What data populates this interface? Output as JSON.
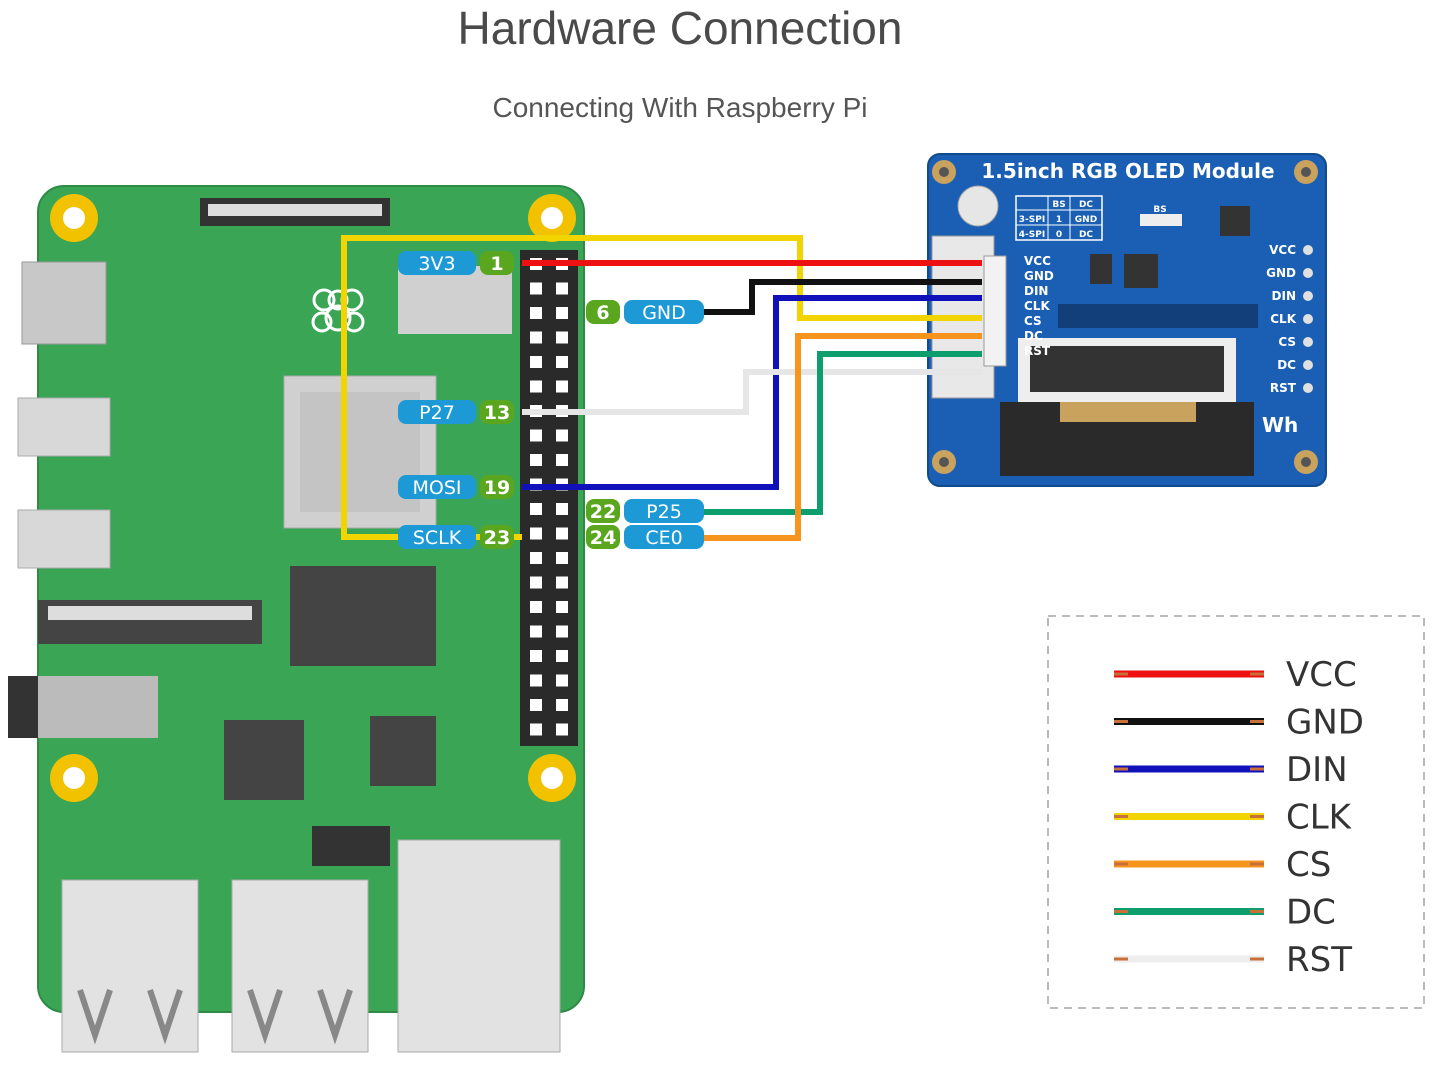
{
  "title": "Hardware Connection",
  "subtitle": "Connecting With Raspberry Pi",
  "module": {
    "title": "1.5inch RGB OLED Module",
    "left_pins": [
      "VCC",
      "GND",
      "DIN",
      "CLK",
      "CS",
      "DC",
      "RST"
    ],
    "right_pins": [
      "VCC",
      "GND",
      "DIN",
      "CLK",
      "CS",
      "DC",
      "RST"
    ],
    "table": {
      "headers": [
        "BS",
        "DC"
      ],
      "rows": [
        [
          "3-SPI",
          "1",
          "GND"
        ],
        [
          "4-SPI",
          "0",
          "DC"
        ]
      ]
    },
    "bs_label": "BS",
    "logo": "Wh"
  },
  "pi_pins": [
    {
      "name": "3V3",
      "num": "1"
    },
    {
      "name": "GND",
      "num": "6"
    },
    {
      "name": "P27",
      "num": "13"
    },
    {
      "name": "MOSI",
      "num": "19"
    },
    {
      "name": "P25",
      "num": "22"
    },
    {
      "name": "SCLK",
      "num": "23"
    },
    {
      "name": "CE0",
      "num": "24"
    }
  ],
  "legend": [
    {
      "label": "VCC",
      "color": "#ee1111"
    },
    {
      "label": "GND",
      "color": "#111111"
    },
    {
      "label": "DIN",
      "color": "#1111bb"
    },
    {
      "label": "CLK",
      "color": "#f2d400"
    },
    {
      "label": "CS",
      "color": "#f7941d"
    },
    {
      "label": "DC",
      "color": "#0e9e6e"
    },
    {
      "label": "RST",
      "color": "#eeeeee"
    }
  ],
  "colors": {
    "pi_board": "#3aa655",
    "oled_board": "#1a5fb4",
    "pin_label_bg": "#1d9ad6",
    "pin_num_bg": "#5aa61e"
  }
}
